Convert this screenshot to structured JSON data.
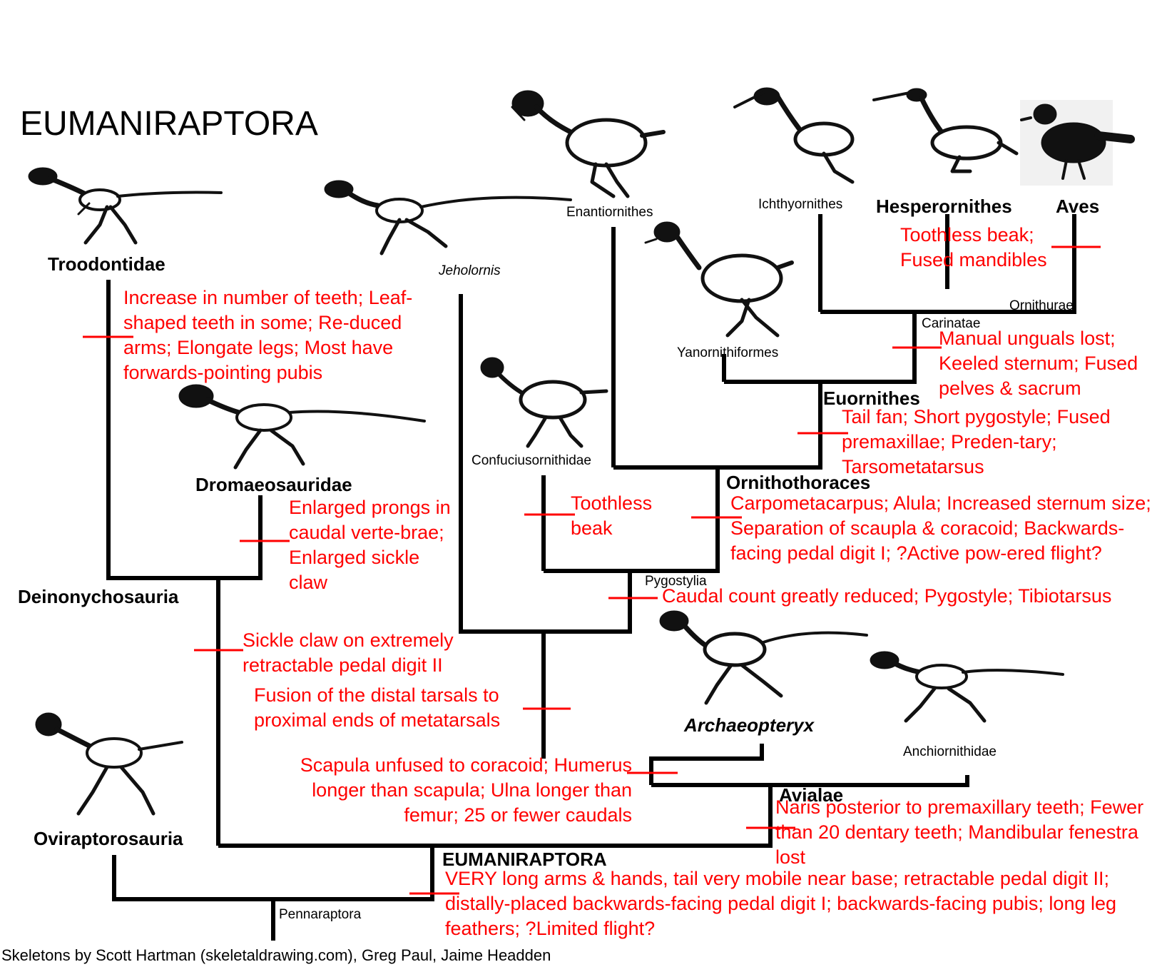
{
  "title": "EUMANIRAPTORA",
  "credit": "Skeletons by Scott Hartman (skeletaldrawing.com), Greg Paul, Jaime Headden",
  "colors": {
    "line": "#000000",
    "synapomorphy": "#ff0000",
    "skeleton": "#111111"
  },
  "taxa": {
    "troodontidae": "Troodontidae",
    "dromaeosauridae": "Dromaeosauridae",
    "deinonychosauria": "Deinonychosauria",
    "oviraptorosauria": "Oviraptorosauria",
    "eumaniraptora": "EUMANIRAPTORA",
    "pennaraptora": "Pennaraptora",
    "jeholornis": "Jeholornis",
    "enantiornithes": "Enantiornithes",
    "ichthyornithes": "Ichthyornithes",
    "hesperornithes": "Hesperornithes",
    "aves": "Aves",
    "ornithurae": "Ornithurae",
    "carinatae": "Carinatae",
    "yanornithiformes": "Yanornithiformes",
    "euornithes": "Euornithes",
    "confuciusornithidae": "Confuciusornithidae",
    "ornithothoraces": "Ornithothoraces",
    "pygostylia": "Pygostylia",
    "archaeopteryx": "Archaeopteryx",
    "anchiornithidae": "Anchiornithidae",
    "avialae": "Avialae"
  },
  "characters": {
    "troodontidae": "Increase in number of teeth; Leaf-shaped teeth in some; Re-duced arms; Elongate legs; Most have forwards-pointing pubis",
    "dromaeosauridae": "Enlarged prongs in caudal verte-brae; Enlarged sickle claw",
    "deinonychosauria": "Sickle claw on extremely retractable pedal digit II",
    "tarsals": "Fusion of the distal tarsals to proximal ends of metatarsals",
    "scapula": "Scapula unfused to coracoid; Humerus longer than scapula; Ulna longer than femur; 25 or fewer caudals",
    "avialae": "Naris posterior to premaxillary teeth; Fewer than 20 dentary teeth; Mandibular fenestra lost",
    "eumaniraptora": "VERY long arms & hands, tail very mobile near base; retractable pedal digit II; distally-placed backwards-facing pedal digit I; backwards-facing pubis; long leg feathers; ?Limited flight?",
    "pygostylia": "Caudal count greatly reduced; Pygostyle; Tibiotarsus",
    "confuciusornithidae": "Toothless beak",
    "ornithothoraces": "Carpometacarpus; Alula; Increased sternum size; Separation of scaupla & coracoid; Backwards-facing pedal digit I; ?Active pow-ered flight?",
    "euornithes": "Tail fan; Short pygostyle; Fused premaxillae; Preden-tary; Tarsometatarsus",
    "carinatae": "Manual unguals lost; Keeled sternum; Fused pelves & sacrum",
    "ornithurae": "Toothless beak; Fused mandibles"
  }
}
